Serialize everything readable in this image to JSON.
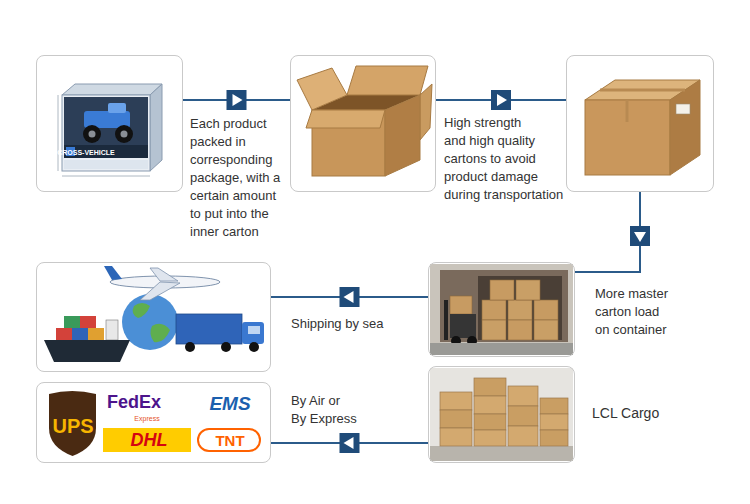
{
  "diagram": {
    "nodes": [
      {
        "text": [
          "CROSS-VEHICLE"
        ]
      },
      {
        "text": []
      },
      {
        "text": []
      },
      {
        "text": []
      },
      {
        "text": []
      },
      {
        "text": [
          "UPS",
          "FedEx",
          "Express",
          "EMS",
          "DHL",
          "TNT"
        ]
      },
      {
        "text": []
      }
    ],
    "edges": [
      {
        "from": 0,
        "to": 1,
        "arrow": "to",
        "label": "Each product packed in corresponding package, with a certain amount to put into the inner carton"
      },
      {
        "from": 1,
        "to": 2,
        "arrow": "to",
        "label": "High strength and high quality cartons to avoid product damage during transportation"
      },
      {
        "from": 2,
        "to": 4,
        "arrow": "to",
        "label": "More master carton load on container"
      },
      {
        "from": 4,
        "to": 3,
        "arrow": "to",
        "label": "Shipping by sea"
      },
      {
        "from": 6,
        "to": 5,
        "arrow": "to",
        "label": "By Air or By Express"
      }
    ],
    "labels": [
      "LCL Cargo"
    ]
  }
}
